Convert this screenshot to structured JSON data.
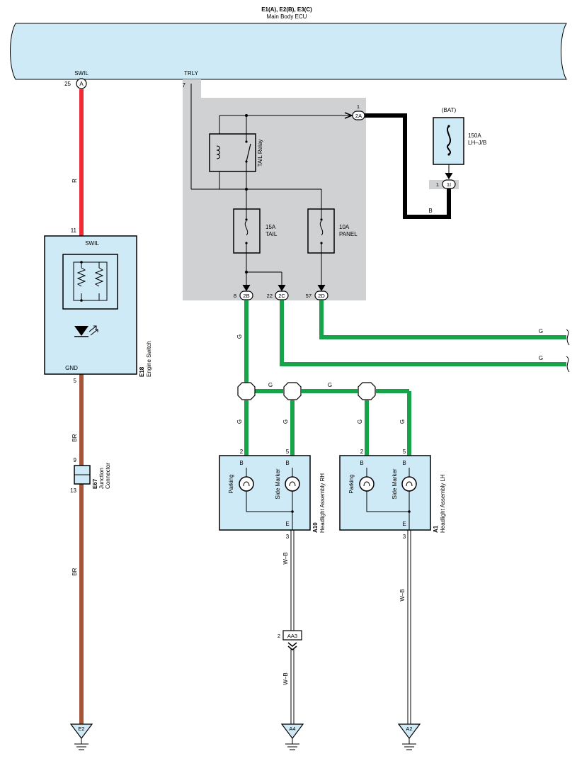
{
  "ecu": {
    "connector": "E1(A), E2(B), E3(C)",
    "name": "Main Body ECU",
    "pins": {
      "swil": "SWIL",
      "trly": "TRLY"
    },
    "pin_a_letter": "A",
    "pin_a_number": "25",
    "pin_trly_number": "7"
  },
  "components": {
    "tail_relay": "TAIL Relay",
    "fuse_tail_amp": "15A",
    "fuse_tail_name": "TAIL",
    "fuse_panel_amp": "10A",
    "fuse_panel_name": "PANEL",
    "bat": "(BAT)",
    "fuse_bat_amp": "150A",
    "fuse_bat_name": "LH–J/B",
    "engine_switch_code": "E18",
    "engine_switch_name": "Engine Switch",
    "engine_switch_gnd": "GND",
    "engine_switch_pin_top": "11",
    "engine_switch_pin_bottom": "5",
    "junction_code": "E67",
    "junction_name_1": "Junction",
    "junction_name_2": "Connector",
    "junction_pin_top": "9",
    "junction_pin_bottom": "13"
  },
  "connectors": {
    "c2a": {
      "id": "2A",
      "pin": "1"
    },
    "c1i": {
      "id": "1I",
      "pin": "1"
    },
    "c2b": {
      "id": "2B",
      "pin": "8"
    },
    "c2c": {
      "id": "2C",
      "pin": "22"
    },
    "c2d": {
      "id": "2D",
      "pin": "57"
    },
    "aa3": {
      "id": "AA3",
      "pin": "2"
    }
  },
  "wires": {
    "red": "R",
    "brown": "BR",
    "black": "B",
    "green": "G",
    "white_black": "W–B"
  },
  "headlights": {
    "rh": {
      "code": "A10",
      "name": "Headlight Assembly RH",
      "pin_b1": "2",
      "pin_b2": "5",
      "term_b": "B",
      "term_e": "E",
      "pin_e": "3",
      "lamp_parking": "Parking",
      "lamp_side": "Side Marker"
    },
    "lh": {
      "code": "A1",
      "name": "Headlight Assembly LH",
      "pin_b1": "2",
      "pin_b2": "5",
      "term_b": "B",
      "term_e": "E",
      "pin_e": "3",
      "lamp_parking": "Parking",
      "lamp_side": "Side Marker"
    }
  },
  "grounds": {
    "g1": "E2",
    "g2": "A4",
    "g3": "A2"
  },
  "colors": {
    "component_fill": "#cfeaf7",
    "block_gray": "#d0d1d3",
    "wire_red": "#ee2a35",
    "wire_green": "#17a34a",
    "wire_brown": "#a5553a",
    "wire_black": "#000000"
  }
}
